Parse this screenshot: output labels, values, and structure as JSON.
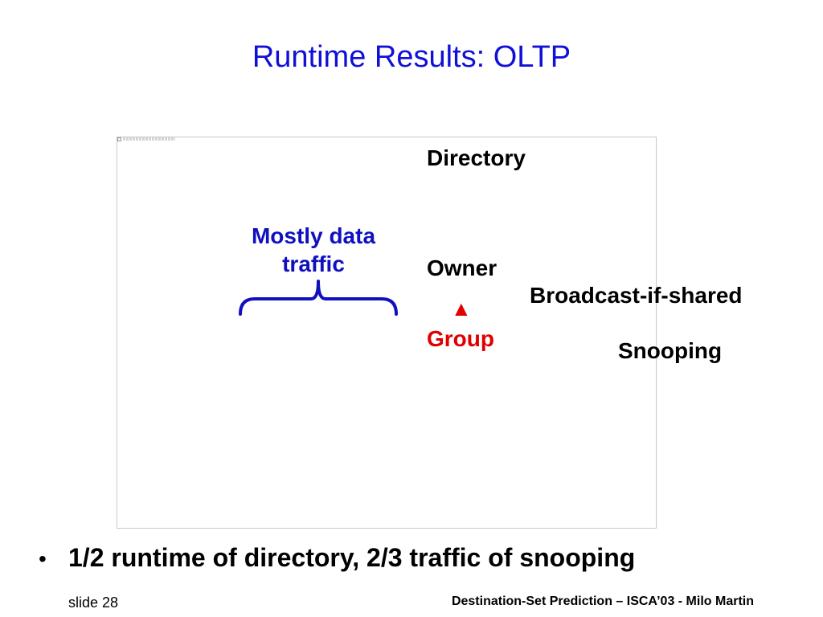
{
  "slide": {
    "title": "Runtime Results: OLTP"
  },
  "chart": {
    "labels": {
      "directory": "Directory",
      "owner": "Owner",
      "group": "Group",
      "broadcast_if_shared": "Broadcast-if-shared",
      "snooping": "Snooping"
    },
    "callout_lines": [
      "Mostly data",
      "traffic"
    ],
    "marker_glyph": "▲",
    "colors": {
      "callout": "#1010c0",
      "highlight": "#e00000",
      "title": "#1010d8"
    }
  },
  "bullets": [
    "1/2 runtime of directory, 2/3 traffic of snooping"
  ],
  "bullet_glyph": "•",
  "footer": {
    "slide_number": "slide 28",
    "citation": "Destination-Set Prediction – ISCA’03 - Milo Martin"
  }
}
